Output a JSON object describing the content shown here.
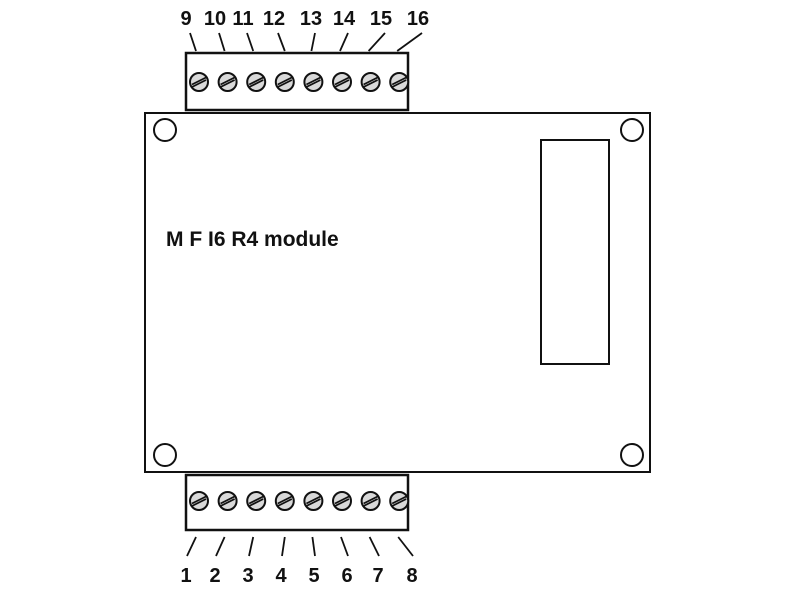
{
  "diagram": {
    "module_label": "M F I6 R4 module",
    "top_terminals": [
      "9",
      "10",
      "11",
      "12",
      "13",
      "14",
      "15",
      "16"
    ],
    "bottom_terminals": [
      "1",
      "2",
      "3",
      "4",
      "5",
      "6",
      "7",
      "8"
    ],
    "colors": {
      "line": "#111111",
      "screw_fill": "#d9d9d9",
      "background": "#ffffff"
    }
  }
}
